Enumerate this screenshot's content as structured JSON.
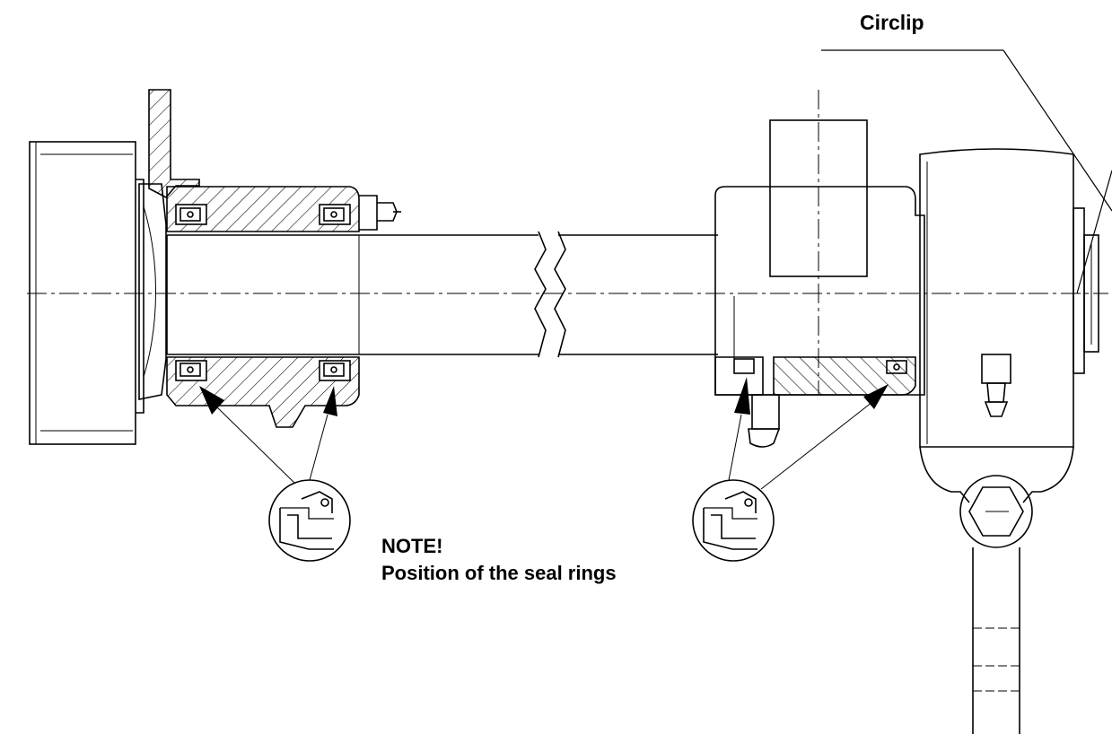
{
  "labels": {
    "circlip": "Circlip",
    "note_title": "NOTE!",
    "note_text": "Position of the seal rings"
  },
  "colors": {
    "ink": "#000000",
    "paper": "#ffffff"
  }
}
